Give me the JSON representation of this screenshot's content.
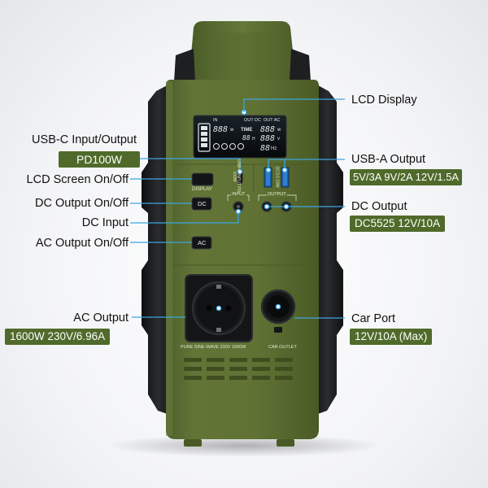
{
  "callouts_left": [
    {
      "label": "USB-C Input/Output",
      "spec": "PD100W"
    },
    {
      "label": "LCD Screen On/Off",
      "spec": ""
    },
    {
      "label": "DC Output On/Off",
      "spec": ""
    },
    {
      "label": "DC Input",
      "spec": ""
    },
    {
      "label": "AC Output On/Off",
      "spec": ""
    },
    {
      "label": "AC Output",
      "spec": "1600W 230V/6.96A"
    }
  ],
  "callouts_right": [
    {
      "label": "LCD Display",
      "spec": ""
    },
    {
      "label": "USB-A Output",
      "spec": "5V/3A 9V/2A 12V/1.5A"
    },
    {
      "label": "DC Output",
      "spec": "DC5525 12V/10A"
    },
    {
      "label": "Car Port",
      "spec": "12V/10A (Max)"
    }
  ],
  "device": {
    "lcd": {
      "in_label": "IN",
      "out_dc_label": "OUT DC",
      "out_ac_label": "OUT AC",
      "time_label": "TIME",
      "input_watts": "888",
      "output_watts": "888",
      "time_value": "88",
      "voltage_value": "888",
      "hz_value": "88",
      "w_unit": "w",
      "v_unit": "v",
      "hz_unit": "Hz",
      "h_unit": "H"
    },
    "usbc_port_label": "USB-C INPUT PD-100W",
    "usba_port_label": "QC3.0 18W",
    "display_button_text": "DISPLAY",
    "dc_button_text": "DC",
    "input_label": "INPUT",
    "output_label": "OUTPUT",
    "ac_button_text": "AC",
    "sine_wave_label": "PURE SINE-WAVE 230V 1600W",
    "car_outlet_label": "CAR OUTLET"
  },
  "colors": {
    "body_green": "#5d7032",
    "body_green_dark": "#4b5c27",
    "rubber_black": "#1c1d1f",
    "callout_line": "#3da5e0",
    "badge_green": "#4f6a2a",
    "lcd_bg": "#0d1114",
    "lcd_segment": "#dfe6ee"
  }
}
